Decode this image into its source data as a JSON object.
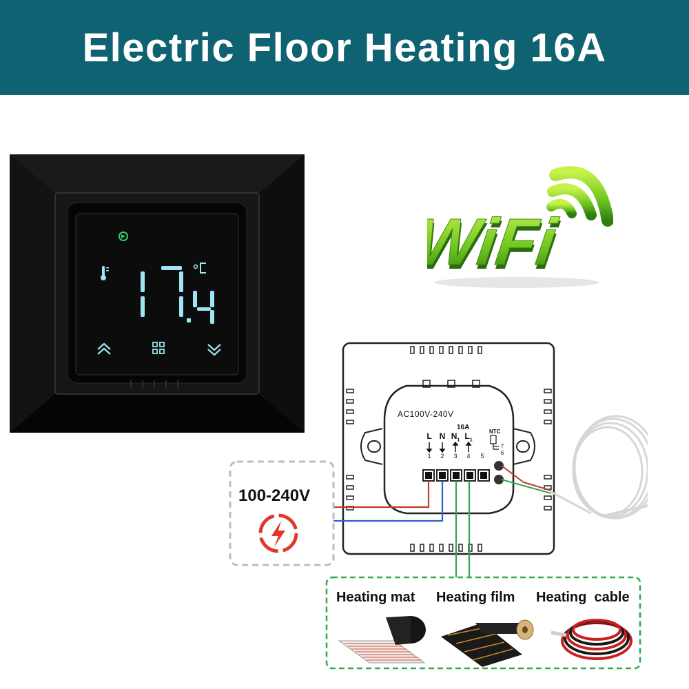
{
  "banner": {
    "title": "Electric Floor Heating 16A"
  },
  "thermostat": {
    "display": {
      "digits": "17.4",
      "unit": "°C"
    },
    "icons": [
      "power-icon",
      "thermometer-icon",
      "up-arrow-icon",
      "menu-icon",
      "down-arrow-icon"
    ]
  },
  "wifi": {
    "text": "WiFi"
  },
  "wiring": {
    "supply": "AC100V-240V",
    "rating": "16A",
    "sensor": "NTC",
    "voltage_label": "100-240V",
    "terminals": [
      {
        "label": "L",
        "num": "1"
      },
      {
        "label": "N",
        "num": "2"
      },
      {
        "label": "N",
        "sub": "1",
        "num": "3"
      },
      {
        "label": "L",
        "sub": "1",
        "num": "4"
      },
      {
        "label": "",
        "num": "5"
      }
    ],
    "sensor_terminals": [
      "7",
      "6"
    ]
  },
  "loads": [
    "Heating mat",
    "Heating film",
    "Heating  cable"
  ],
  "colors": {
    "banner": "#0f6272",
    "live_wire": "#c0392b",
    "neutral_wire": "#2f5fd0",
    "load_wire": "#2fa84f",
    "display_glow": "#9fe6f2"
  }
}
